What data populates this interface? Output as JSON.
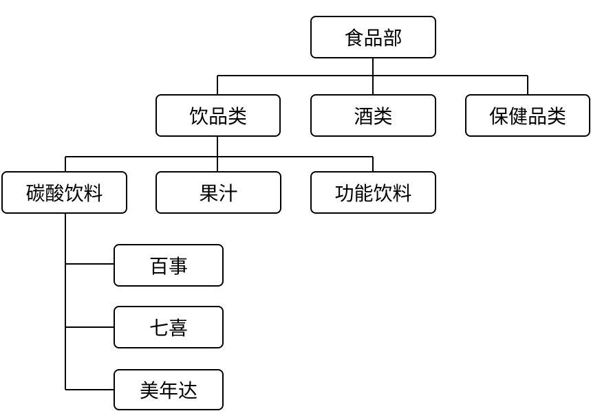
{
  "diagram": {
    "root": "食品部",
    "level1": {
      "drinks": "饮品类",
      "liquor": "酒类",
      "health": "保健品类"
    },
    "level2": {
      "soda": "碳酸饮料",
      "juice": "果汁",
      "energy": "功能饮料"
    },
    "level3": {
      "pepsi": "百事",
      "sevenup": "七喜",
      "mirinda": "美年达"
    },
    "colors": {
      "line": "#000000",
      "box_border": "#000000",
      "background": "#ffffff"
    }
  }
}
